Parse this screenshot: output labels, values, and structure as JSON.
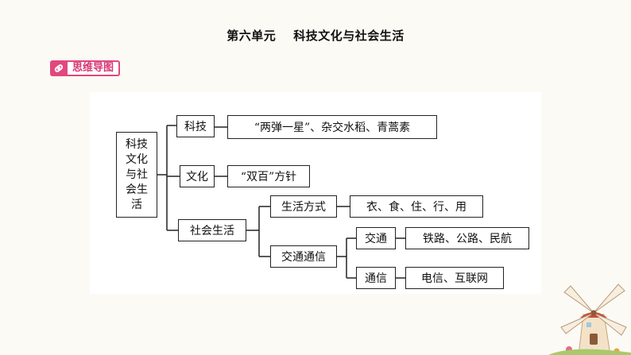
{
  "title": {
    "left": "第六单元",
    "right": "科技文化与社会生活"
  },
  "badge": {
    "label": "思维导图",
    "icon": "link-icon"
  },
  "mindmap": {
    "root": [
      "科技",
      "文化",
      "与社",
      "会生",
      "活"
    ],
    "branch_keji": "科技",
    "leaf_keji": "“两弹一星”、杂交水稻、青蒿素",
    "branch_wenhua": "文化",
    "leaf_wenhua": "“双百”方针",
    "branch_shehui": "社会生活",
    "sub_shenghuo": "生活方式",
    "leaf_shenghuo": "衣、食、住、行、用",
    "sub_jiaotong_tongxin": "交通通信",
    "sub_jiaotong": "交通",
    "leaf_jiaotong": "铁路、公路、民航",
    "sub_tongxin": "通信",
    "leaf_tongxin": "电信、互联网"
  },
  "colors": {
    "accent": "#e2487e",
    "line": "#222222"
  }
}
